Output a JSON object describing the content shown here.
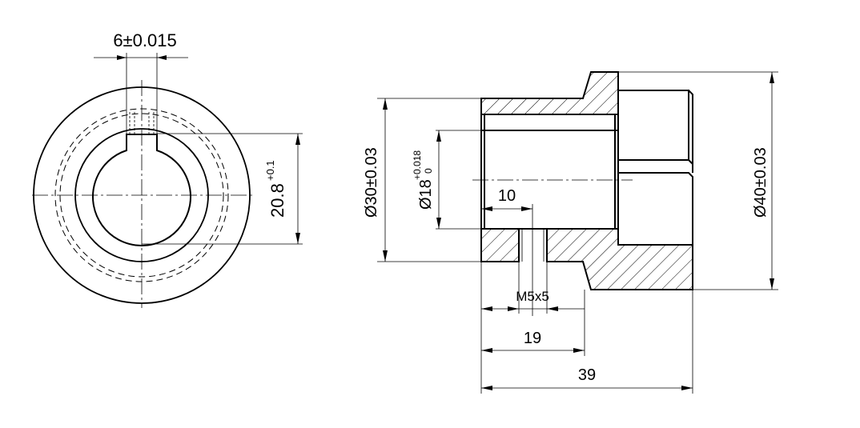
{
  "front_view": {
    "key_width": "6±0.015",
    "keyway_depth": "20.8",
    "keyway_depth_tol": "+0.1"
  },
  "section_view": {
    "outer_dia_small": "Ø30±0.03",
    "bore_dia": "Ø18",
    "bore_tol_upper": "+0.018",
    "bore_tol_lower": "0",
    "set_screw_offset": "10",
    "thread": "M5x5",
    "hub_length": "19",
    "total_length": "39",
    "outer_dia_large": "Ø40±0.03"
  },
  "colors": {
    "line": "#000000",
    "background": "#ffffff"
  }
}
